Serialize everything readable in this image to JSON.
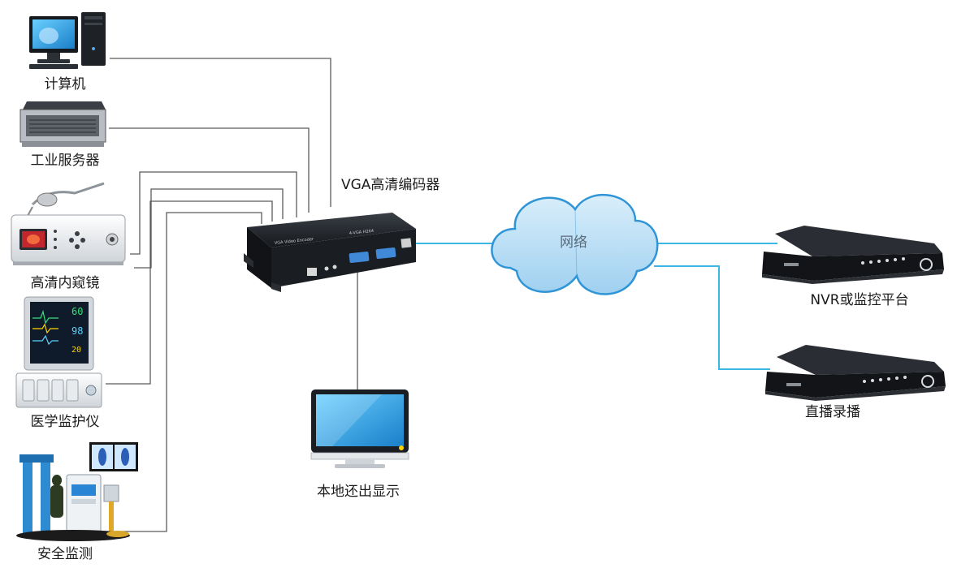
{
  "devices": {
    "computer": {
      "label": "计算机",
      "icon": "desktop-computer-icon"
    },
    "server": {
      "label": "工业服务器",
      "icon": "rack-server-icon"
    },
    "endoscope": {
      "label": "高清内窥镜",
      "icon": "endoscope-icon"
    },
    "monitor": {
      "label": "医学监护仪",
      "icon": "patient-monitor-icon"
    },
    "security": {
      "label": "安全监测",
      "icon": "security-scanner-icon"
    }
  },
  "encoder": {
    "label": "VGA高清编码器",
    "icon": "encoder-box-icon"
  },
  "network": {
    "label": "网络",
    "icon": "cloud-icon"
  },
  "local_display": {
    "label": "本地还出显示",
    "icon": "lcd-monitor-icon"
  },
  "nvr": {
    "label": "NVR或监控平台",
    "icon": "nvr-recorder-icon"
  },
  "live": {
    "label": "直播录播",
    "icon": "recorder-icon"
  },
  "colors": {
    "cable": "#555555",
    "network_line": "#3cb6e3",
    "cloud_fill": "#bfe0f5",
    "cloud_stroke": "#2f95d6",
    "device_dark": "#1c1f24",
    "screen_blue": "#31a8e6"
  }
}
